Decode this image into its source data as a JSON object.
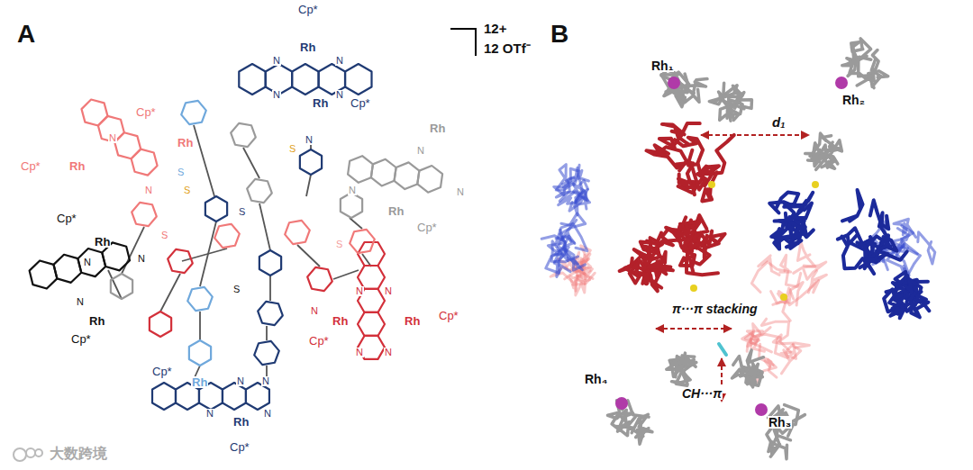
{
  "diagram": {
    "labels": [
      "A",
      "12+",
      "12 OTf⁻",
      "Cp*",
      "Rh",
      "N",
      "N",
      "N",
      "N",
      "Rh",
      "Cp*",
      "N",
      "Cp*",
      "Rh",
      "N",
      "N",
      "Rh",
      "Cp*",
      "S",
      "Rh",
      "N",
      "N",
      "N",
      "Rh",
      "Cp*",
      "S",
      "Cp*",
      "Rh",
      "N",
      "N",
      "N",
      "Rh",
      "Cp*",
      "S",
      "S",
      "S",
      "S",
      "S",
      "N",
      "Rh",
      "Cp*",
      "N",
      "N",
      "N",
      "N",
      "Rh",
      "Cp*",
      "Cp*",
      "Rh",
      "N",
      "N",
      "N",
      "N",
      "Rh",
      "Cp*",
      "B",
      "Rh₁",
      "Rh₂",
      "d₁",
      "π···π stacking",
      "CH···π",
      "Rh₄",
      "Rh₃",
      "大数跨境"
    ]
  }
}
